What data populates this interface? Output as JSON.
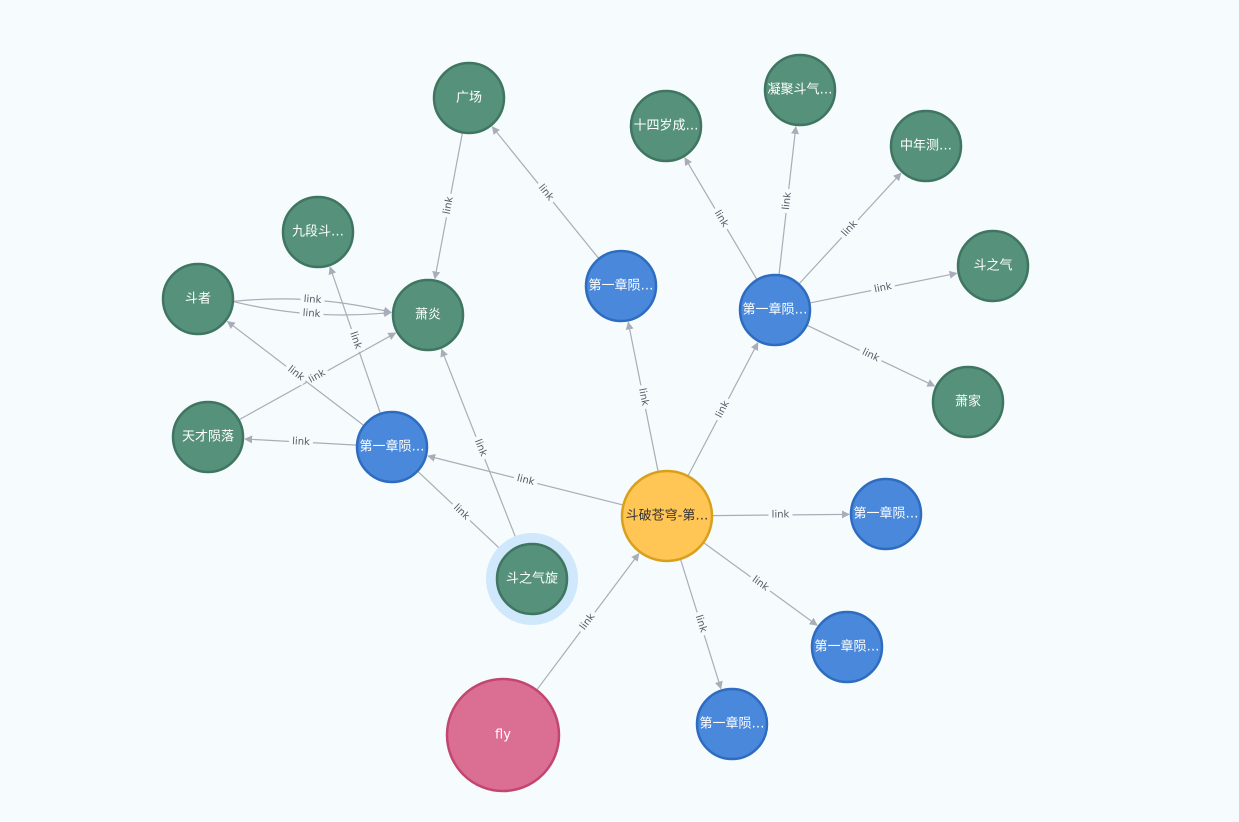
{
  "graph": {
    "colors": {
      "blue_fill": "#4a88db",
      "blue_stroke": "#2e6cc0",
      "green_fill": "#55917b",
      "green_stroke": "#3f7561",
      "yellow_fill": "#ffc555",
      "yellow_stroke": "#d9a01c",
      "pink_fill": "#db6f93",
      "pink_stroke": "#c3466f",
      "halo": "#cfe8fb",
      "edge": "#a9adb7"
    },
    "nodes": [
      {
        "id": "center",
        "label": "斗破苍穹-第…",
        "kind": "yellow"
      },
      {
        "id": "fly",
        "label": "fly",
        "kind": "pink"
      },
      {
        "id": "ch_a",
        "label": "第一章陨…",
        "kind": "blue"
      },
      {
        "id": "ch_b",
        "label": "第一章陨…",
        "kind": "blue"
      },
      {
        "id": "ch_c",
        "label": "第一章陨…",
        "kind": "blue"
      },
      {
        "id": "ch_d",
        "label": "第一章陨…",
        "kind": "blue"
      },
      {
        "id": "ch_e",
        "label": "第一章陨…",
        "kind": "blue"
      },
      {
        "id": "ch_f",
        "label": "第一章陨…",
        "kind": "blue"
      },
      {
        "id": "guangchang",
        "label": "广场",
        "kind": "green"
      },
      {
        "id": "xiaoyan",
        "label": "萧炎",
        "kind": "green"
      },
      {
        "id": "jiuduan",
        "label": "九段斗…",
        "kind": "green"
      },
      {
        "id": "douzhe",
        "label": "斗者",
        "kind": "green"
      },
      {
        "id": "tiancai",
        "label": "天才陨落",
        "kind": "green"
      },
      {
        "id": "douzhiqixuan",
        "label": "斗之气旋",
        "kind": "green",
        "selected": true
      },
      {
        "id": "shisisui",
        "label": "十四岁成…",
        "kind": "green"
      },
      {
        "id": "ningju",
        "label": "凝聚斗气…",
        "kind": "green"
      },
      {
        "id": "zhongnian",
        "label": "中年测…",
        "kind": "green"
      },
      {
        "id": "douzhiqi",
        "label": "斗之气",
        "kind": "green"
      },
      {
        "id": "xiaojia",
        "label": "萧家",
        "kind": "green"
      }
    ],
    "edges": [
      {
        "from": "fly",
        "to": "center",
        "label": "link"
      },
      {
        "from": "center",
        "to": "ch_a",
        "label": "link"
      },
      {
        "from": "center",
        "to": "ch_b",
        "label": "link"
      },
      {
        "from": "center",
        "to": "ch_c",
        "label": "link"
      },
      {
        "from": "center",
        "to": "ch_d",
        "label": "link"
      },
      {
        "from": "center",
        "to": "ch_e",
        "label": "link"
      },
      {
        "from": "center",
        "to": "ch_f",
        "label": "link"
      },
      {
        "from": "ch_a",
        "to": "guangchang",
        "label": "link"
      },
      {
        "from": "guangchang",
        "to": "xiaoyan",
        "label": "link"
      },
      {
        "from": "douzhe",
        "to": "xiaoyan",
        "label": "link",
        "curve": -1
      },
      {
        "from": "douzhe",
        "to": "xiaoyan",
        "label": "link",
        "curve": 1
      },
      {
        "from": "tiancai",
        "to": "xiaoyan",
        "label": "link"
      },
      {
        "from": "ch_c",
        "to": "douzhe",
        "label": "link"
      },
      {
        "from": "ch_c",
        "to": "jiuduan",
        "label": "link"
      },
      {
        "from": "ch_c",
        "to": "tiancai",
        "label": "link"
      },
      {
        "from": "ch_c",
        "to": "douzhiqixuan",
        "label": "link"
      },
      {
        "from": "douzhiqixuan",
        "to": "xiaoyan",
        "label": "link"
      },
      {
        "from": "ch_b",
        "to": "shisisui",
        "label": "link"
      },
      {
        "from": "ch_b",
        "to": "ningju",
        "label": "link"
      },
      {
        "from": "ch_b",
        "to": "zhongnian",
        "label": "link"
      },
      {
        "from": "ch_b",
        "to": "douzhiqi",
        "label": "link"
      },
      {
        "from": "ch_b",
        "to": "xiaojia",
        "label": "link"
      }
    ]
  }
}
